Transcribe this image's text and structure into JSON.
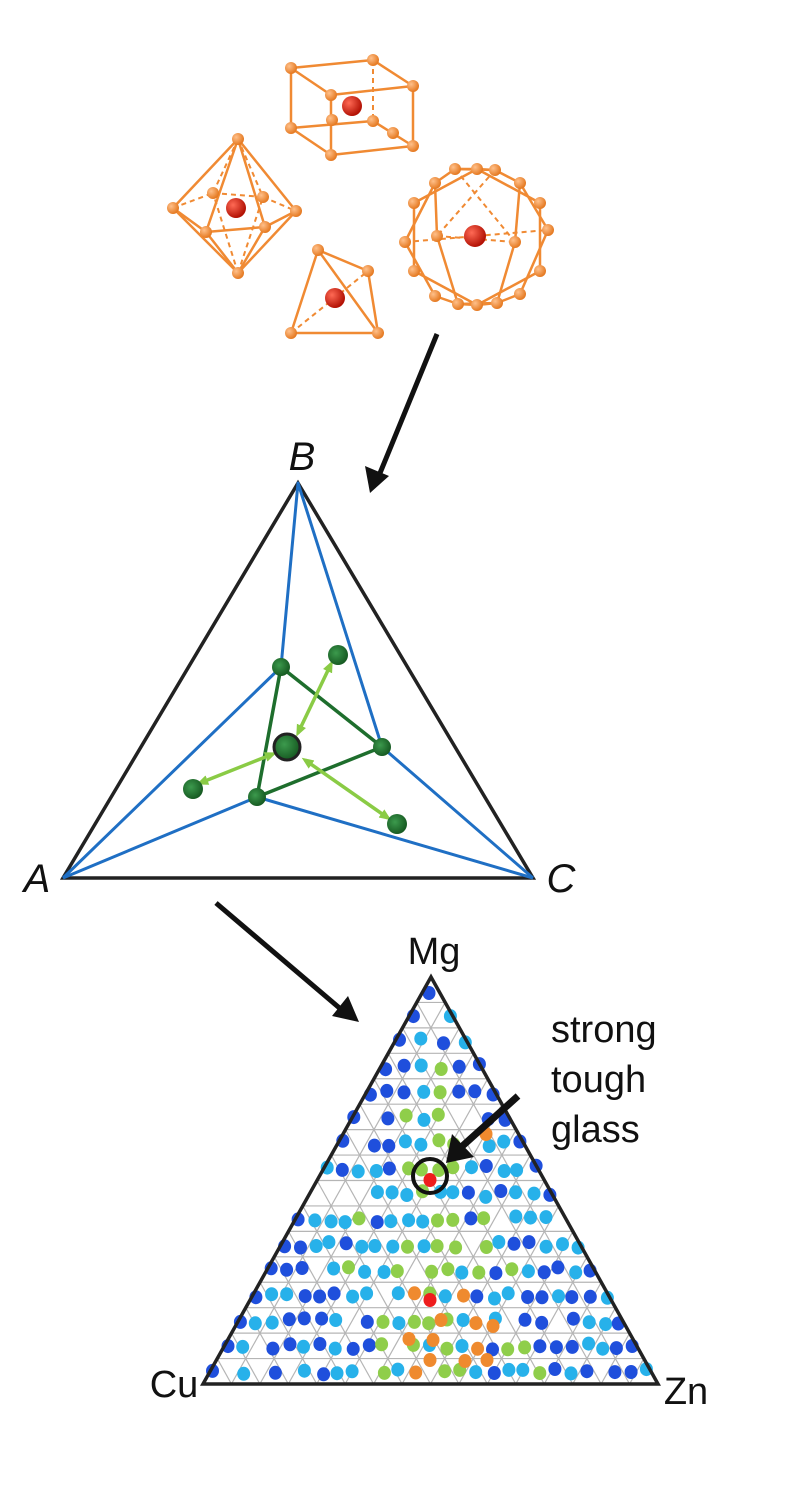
{
  "colors": {
    "cluster_orange": "#f08a33",
    "cluster_center": "#c8190c",
    "outline": "#222222",
    "blue_line": "#1f6fc4",
    "green_dark": "#1e6e2d",
    "green_light": "#8acb45",
    "dot_dark_blue": "#1f4fdc",
    "dot_light_blue": "#27b1ea",
    "dot_green": "#8fce4a",
    "dot_orange": "#ef8a2e",
    "dot_red": "#ee1d1d",
    "grid": "#b5b5b5",
    "arrow": "#111111"
  },
  "clusters": {
    "shapes": [
      "box-cluster",
      "octahedron-cluster",
      "tetrahedron-cluster",
      "icosahedron-cluster"
    ]
  },
  "ternary": {
    "vertex_a": "A",
    "vertex_b": "B",
    "vertex_c": "C"
  },
  "alloy": {
    "vertex_top": "Mg",
    "vertex_left": "Cu",
    "vertex_right": "Zn",
    "annotation_line1": "strong",
    "annotation_line2": "tough",
    "annotation_line3": "glass"
  }
}
